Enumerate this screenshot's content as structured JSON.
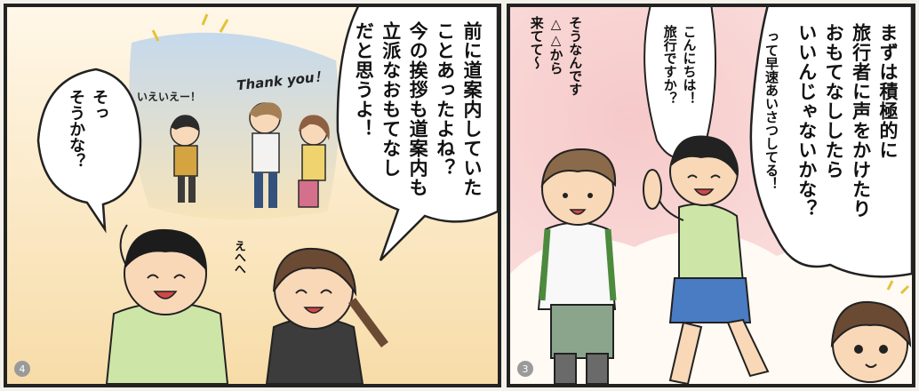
{
  "panel4": {
    "number": "4",
    "main_speech": "前に道案内していた\nことあったよね？\n今の挨拶も道案内も\n立派なおもてなし\nだと思うよ！",
    "boy_speech": "そっ\nそうかな？",
    "flashback_thanks": "Thank you！",
    "flashback_reply": "いえいえー！",
    "sfx_laugh": "えへへ"
  },
  "panel3": {
    "number": "3",
    "girl_speech": "まずは積極的に\n旅行者に声をかけたり\nおもてなししたら\nいいんじゃないかな？",
    "girl_aside": "って早速あいさつしてる！",
    "boy_greeting": "こんにちは！\n旅行ですか？",
    "tourist_reply": "そうなんです\n△△から\n来てて〜"
  }
}
